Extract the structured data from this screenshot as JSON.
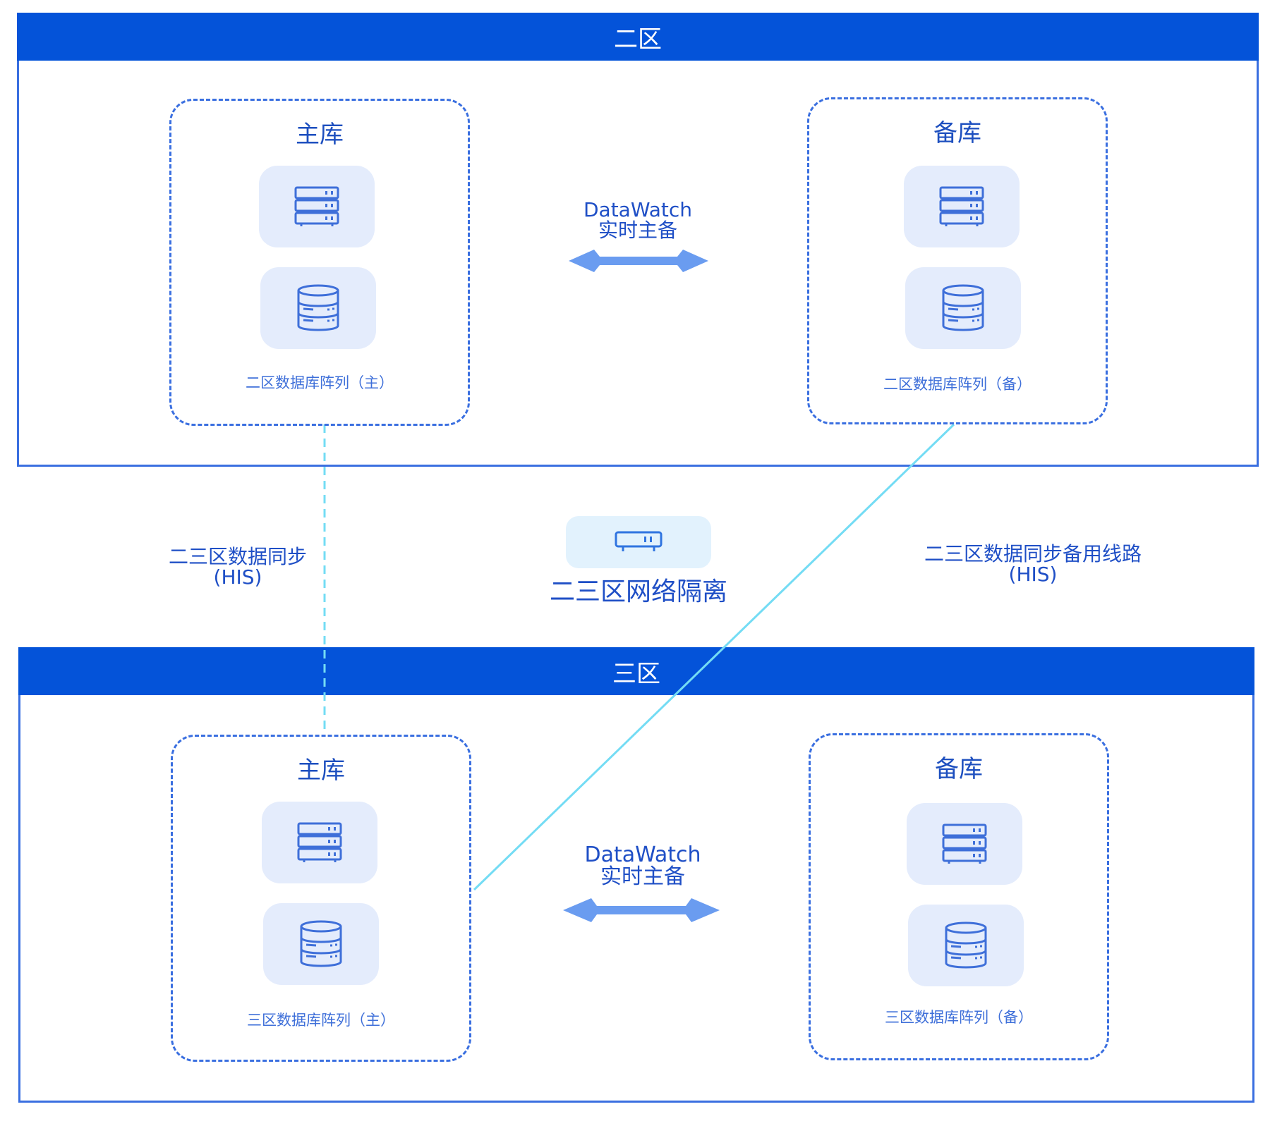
{
  "zones": {
    "zone2": {
      "title": "二区",
      "primary": {
        "title": "主库",
        "caption": "二区数据库阵列（主）"
      },
      "backup": {
        "title": "备库",
        "caption": "二区数据库阵列（备）"
      },
      "sync": {
        "line1": "DataWatch",
        "line2": "实时主备"
      }
    },
    "zone3": {
      "title": "三区",
      "primary": {
        "title": "主库",
        "caption": "三区数据库阵列（主）"
      },
      "backup": {
        "title": "备库",
        "caption": "三区数据库阵列（备）"
      },
      "sync": {
        "line1": "DataWatch",
        "line2": "实时主备"
      }
    }
  },
  "isolation": {
    "label": "二三区网络隔离",
    "icon": "network-isolation-device-icon"
  },
  "links": {
    "main_sync": {
      "line1": "二三区数据同步",
      "line2": "(HIS)"
    },
    "backup_sync": {
      "line1": "二三区数据同步备用线路",
      "line2": "(HIS)"
    }
  },
  "icons": {
    "server": "server-rack-icon",
    "database": "database-cylinder-icon",
    "arrow": "bidirectional-arrow-icon"
  },
  "colors": {
    "header": "#0453d9",
    "border": "#3a6fe0",
    "text": "#1f4fc6",
    "tile": "#e4ecfc",
    "arrow": "#6a9cf0",
    "link": "#74dcf4"
  }
}
